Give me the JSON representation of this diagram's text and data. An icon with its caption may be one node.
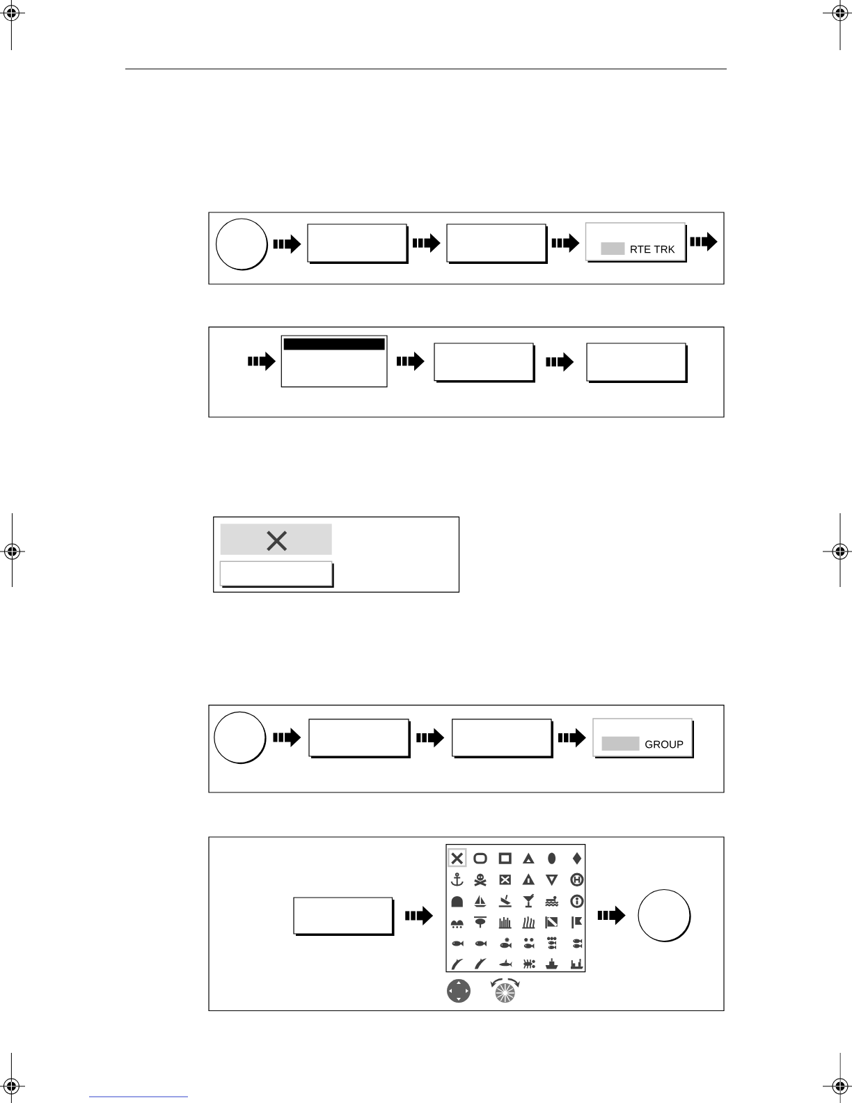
{
  "diagram": {
    "nodes": [
      {
        "text": [],
        "shape": "box"
      },
      {
        "text": [],
        "shape": "circle",
        "in": 0
      },
      {
        "text": [],
        "shape": "box",
        "in": 0
      },
      {
        "text": [],
        "shape": "box",
        "in": 0
      },
      {
        "text": [
          "RTE TRK"
        ],
        "in": 0
      },
      {
        "text": [],
        "shape": "box"
      },
      {
        "text": [],
        "shape": "box",
        "in": 5
      },
      {
        "text": [],
        "shape": "box",
        "in": 5
      },
      {
        "text": [],
        "shape": "box",
        "in": 5
      },
      {
        "text": [],
        "shape": "box"
      },
      {
        "text": [],
        "shape": "box",
        "in": 9
      },
      {
        "text": [],
        "shape": "box",
        "in": 9
      },
      {
        "text": [],
        "shape": "box"
      },
      {
        "text": [],
        "shape": "circle",
        "in": 12
      },
      {
        "text": [],
        "shape": "box",
        "in": 12
      },
      {
        "text": [],
        "shape": "box",
        "in": 12
      },
      {
        "text": [
          "GROUP"
        ],
        "in": 12
      },
      {
        "text": [],
        "shape": "box"
      },
      {
        "text": [],
        "shape": "box",
        "in": 17
      },
      {
        "text": [],
        "shape": "box",
        "in": 17
      },
      {
        "text": [],
        "shape": "circle",
        "in": 17
      }
    ],
    "edges": [
      {
        "from": 1,
        "to": 2,
        "arrow": "to"
      },
      {
        "from": 2,
        "to": 3,
        "arrow": "to"
      },
      {
        "from": 3,
        "to": 4,
        "arrow": "to"
      },
      {
        "from": 4,
        "to": null,
        "arrow": "to"
      },
      {
        "from": null,
        "to": 6,
        "arrow": "to"
      },
      {
        "from": 6,
        "to": 7,
        "arrow": "to"
      },
      {
        "from": 7,
        "to": 8,
        "arrow": "to"
      },
      {
        "from": 13,
        "to": 14,
        "arrow": "to"
      },
      {
        "from": 14,
        "to": 15,
        "arrow": "to"
      },
      {
        "from": 15,
        "to": 16,
        "arrow": "to"
      },
      {
        "from": 18,
        "to": 19,
        "arrow": "to"
      },
      {
        "from": 19,
        "to": 20,
        "arrow": "to"
      }
    ]
  }
}
